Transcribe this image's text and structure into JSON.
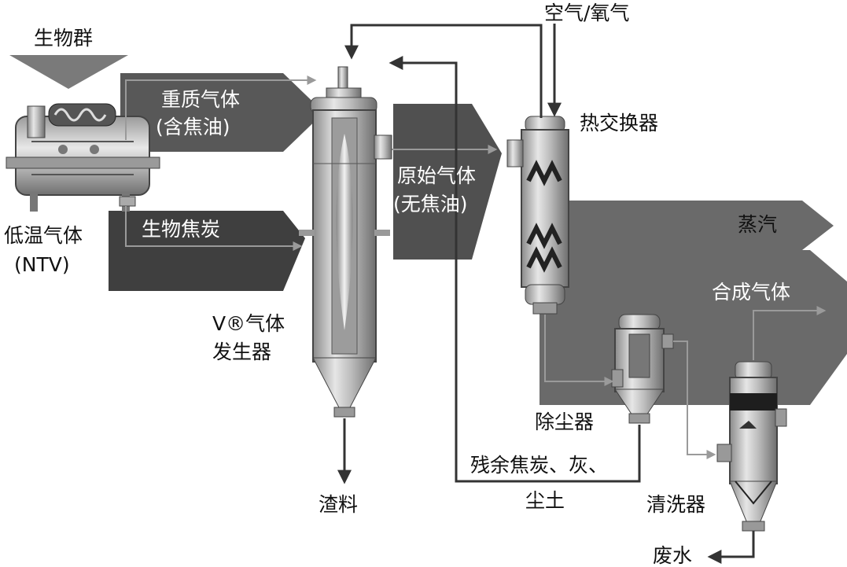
{
  "labels": {
    "biomass": "生物群",
    "air_oxygen": "空气/氧气",
    "heavy_gas_line1": "重质气体",
    "heavy_gas_line2": "(含焦油)",
    "raw_gas_line1": "原始气体",
    "raw_gas_line2": "(无焦油)",
    "heat_exchanger": "热交换器",
    "steam": "蒸汽",
    "biochar": "生物焦炭",
    "ntv_line1": "低温气体",
    "ntv_line2": "(NTV)",
    "gasifier_line1": "V®气体",
    "gasifier_line2": "发生器",
    "syngas": "合成气体",
    "dust_collector": "除尘器",
    "residue_line1": "残余焦炭、灰、",
    "residue_line2": "尘土",
    "slag": "渣料",
    "scrubber": "清洗器",
    "wastewater": "废水"
  },
  "colors": {
    "stream_dark": "#4a4a4a",
    "stream_mid": "#6a6a6a",
    "line": "#333333",
    "arrow_light": "#9a9a9a"
  }
}
